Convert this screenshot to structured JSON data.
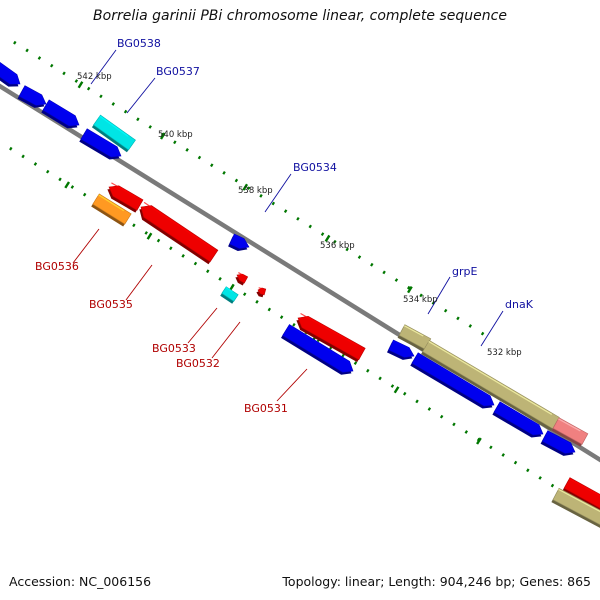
{
  "title": "Borrelia garinii PBi chromosome linear, complete sequence",
  "footer": {
    "accession": "Accession: NC_006156",
    "info": "Topology: linear; Length: 904,246 bp; Genes: 865"
  },
  "colors": {
    "forward_strand": "#0000ee",
    "reverse_strand": "#ee0000",
    "cyan": "#00e5e5",
    "orange": "#ff9922",
    "olive": "#bdb476",
    "pink": "#f08080",
    "tick": "#007700",
    "backbone": "#7a7a7a",
    "label_forward": "#1010a0",
    "label_reverse": "#b00000"
  },
  "kbp_labels": [
    "542 kbp",
    "540 kbp",
    "538 kbp",
    "536 kbp",
    "534 kbp",
    "532 kbp"
  ],
  "genes": [
    {
      "name": "BG0538",
      "strand": "forward"
    },
    {
      "name": "BG0537",
      "strand": "forward"
    },
    {
      "name": "BG0534",
      "strand": "forward"
    },
    {
      "name": "grpE",
      "strand": "forward"
    },
    {
      "name": "dnaK",
      "strand": "forward"
    },
    {
      "name": "BG0536",
      "strand": "reverse"
    },
    {
      "name": "BG0535",
      "strand": "reverse"
    },
    {
      "name": "BG0533",
      "strand": "reverse"
    },
    {
      "name": "BG0532",
      "strand": "reverse"
    },
    {
      "name": "BG0531",
      "strand": "reverse"
    }
  ]
}
